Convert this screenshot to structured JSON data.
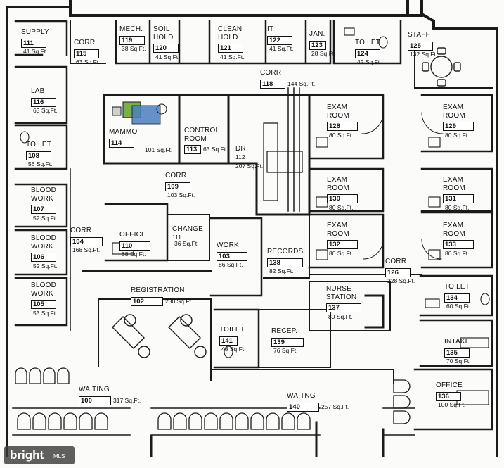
{
  "rooms": [
    {
      "id": "supply",
      "name": [
        "SUPPLY"
      ],
      "number": "111",
      "area": "41 Sq.Ft."
    },
    {
      "id": "corr-115",
      "name": [
        "CORR"
      ],
      "number": "115",
      "area": "63 Sq.Ft."
    },
    {
      "id": "mech",
      "name": [
        "MECH."
      ],
      "number": "119",
      "area": "38 Sq.Ft."
    },
    {
      "id": "soil-hold",
      "name": [
        "SOIL",
        "HOLD"
      ],
      "number": "120",
      "area": "41 Sq.Ft."
    },
    {
      "id": "clean-hold",
      "name": [
        "CLEAN",
        "HOLD"
      ],
      "number": "121",
      "area": "41 Sq.Ft."
    },
    {
      "id": "it",
      "name": [
        "IT"
      ],
      "number": "122",
      "area": "41 Sq.Ft."
    },
    {
      "id": "jan",
      "name": [
        "JAN."
      ],
      "number": "123",
      "area": "28 Sq.Ft."
    },
    {
      "id": "toilet-124",
      "name": [
        "TOILET"
      ],
      "number": "124",
      "area": "42 Sq.Ft."
    },
    {
      "id": "staff",
      "name": [
        "STAFF"
      ],
      "number": "125",
      "area": "132 Sq.Ft."
    },
    {
      "id": "corr-118",
      "name": [
        "CORR"
      ],
      "number": "118",
      "area": "144 Sq.Ft."
    },
    {
      "id": "lab",
      "name": [
        "LAB"
      ],
      "number": "116",
      "area": "63 Sq.Ft."
    },
    {
      "id": "toilet-108",
      "name": [
        "TOILET"
      ],
      "number": "108",
      "area": "56 Sq.Ft."
    },
    {
      "id": "mammo",
      "name": [
        "MAMMO"
      ],
      "number": "114",
      "area": "101 Sq.Ft."
    },
    {
      "id": "control-room",
      "name": [
        "CONTROL",
        "ROOM"
      ],
      "number": "113",
      "area": "63 Sq.Ft."
    },
    {
      "id": "dr",
      "name": [
        "DR"
      ],
      "number": "112",
      "area": "207 Sq.Ft."
    },
    {
      "id": "exam-128",
      "name": [
        "EXAM",
        "ROOM"
      ],
      "number": "128",
      "area": "80 Sq.Ft."
    },
    {
      "id": "exam-129",
      "name": [
        "EXAM",
        "ROOM"
      ],
      "number": "129",
      "area": "80 Sq.Ft."
    },
    {
      "id": "corr-109",
      "name": [
        "CORR"
      ],
      "number": "109",
      "area": "103 Sq.Ft."
    },
    {
      "id": "blood-107",
      "name": [
        "BLOOD",
        "WORK"
      ],
      "number": "107",
      "area": "52 Sq.Ft."
    },
    {
      "id": "exam-130",
      "name": [
        "EXAM",
        "ROOM"
      ],
      "number": "130",
      "area": "80 Sq.Ft."
    },
    {
      "id": "exam-131",
      "name": [
        "EXAM",
        "ROOM"
      ],
      "number": "131",
      "area": "80 Sq.Ft."
    },
    {
      "id": "corr-104",
      "name": [
        "CORR"
      ],
      "number": "104",
      "area": "168 Sq.Ft."
    },
    {
      "id": "office-110",
      "name": [
        "OFFICE"
      ],
      "number": "110",
      "area": "68 Sq.Ft."
    },
    {
      "id": "change",
      "name": [
        "CHANGE"
      ],
      "number": "111",
      "area": "36 Sq.Ft."
    },
    {
      "id": "work",
      "name": [
        "WORK"
      ],
      "number": "103",
      "area": "86 Sq.Ft."
    },
    {
      "id": "exam-132",
      "name": [
        "EXAM",
        "ROOM"
      ],
      "number": "132",
      "area": "80 Sq.Ft."
    },
    {
      "id": "exam-133",
      "name": [
        "EXAM",
        "ROOM"
      ],
      "number": "133",
      "area": "80 Sq.Ft."
    },
    {
      "id": "blood-106",
      "name": [
        "BLOOD",
        "WORK"
      ],
      "number": "106",
      "area": "52 Sq.Ft."
    },
    {
      "id": "records",
      "name": [
        "RECORDS"
      ],
      "number": "138",
      "area": "82 Sq.Ft."
    },
    {
      "id": "corr-126",
      "name": [
        "CORR"
      ],
      "number": "126",
      "area": "228 Sq.Ft."
    },
    {
      "id": "blood-105",
      "name": [
        "BLOOD",
        "WORK"
      ],
      "number": "105",
      "area": "53 Sq.Ft."
    },
    {
      "id": "registration",
      "name": [
        "REGISTRATION"
      ],
      "number": "102",
      "area": "230 Sq.Ft."
    },
    {
      "id": "nurse-station",
      "name": [
        "NURSE",
        "STATION"
      ],
      "number": "137",
      "area": "80 Sq.Ft."
    },
    {
      "id": "toilet-134",
      "name": [
        "TOILET"
      ],
      "number": "134",
      "area": "60 Sq.Ft."
    },
    {
      "id": "toilet-141",
      "name": [
        "TOILET"
      ],
      "number": "141",
      "area": "48 Sq.Ft."
    },
    {
      "id": "recep",
      "name": [
        "RECEP."
      ],
      "number": "139",
      "area": "76 Sq.Ft."
    },
    {
      "id": "intake",
      "name": [
        "INTAKE"
      ],
      "number": "135",
      "area": "70 Sq.Ft."
    },
    {
      "id": "office-136",
      "name": [
        "OFFICE"
      ],
      "number": "136",
      "area": "100 Sq.Ft."
    },
    {
      "id": "waiting-100",
      "name": [
        "WAITING"
      ],
      "number": "100",
      "area": "317 Sq.Ft."
    },
    {
      "id": "waiting-140",
      "name": [
        "WAITNG"
      ],
      "number": "140",
      "area": "257 Sq.Ft."
    }
  ],
  "watermark": {
    "brand": "bright",
    "suffix": "MLS"
  },
  "colors": {
    "wall": "#1a1a1a",
    "line": "#333333",
    "equipment": "#4a7fc0",
    "equipment_accent": "#7ab04a"
  }
}
